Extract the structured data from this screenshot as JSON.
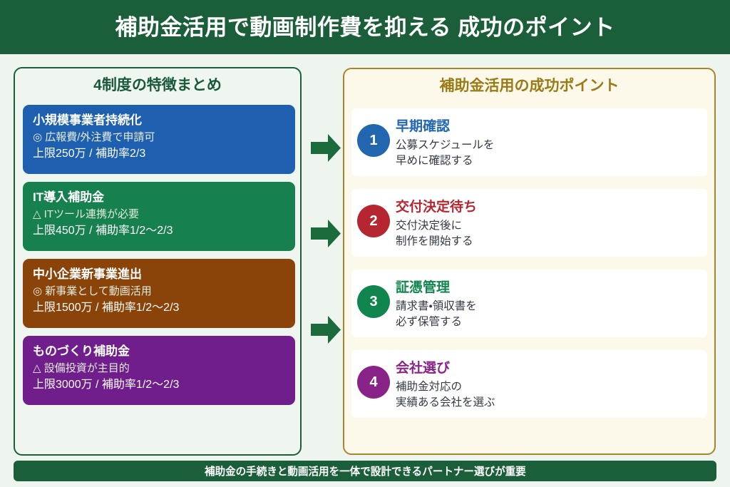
{
  "header": {
    "title": "補助金活用で動画制作費を抑える 成功のポイント",
    "bg_color": "#1b5e3a",
    "text_color": "#ffffff"
  },
  "left_panel": {
    "title": "4制度の特徴まとめ",
    "border_color": "#1b5e3a",
    "bg_color": "#eff6f0",
    "title_color": "#19593a",
    "cards": [
      {
        "name": "小規模事業者持続化",
        "note": "◎ 広報費/外注費で申請可",
        "amount": "上限250万 / 補助率2/3",
        "color": "#1f5fb0"
      },
      {
        "name": "IT導入補助金",
        "note": "△ ITツール連携が必要",
        "amount": "上限450万 / 補助率1/2〜2/3",
        "color": "#16804f"
      },
      {
        "name": "中小企業新事業進出",
        "note": "◎ 新事業として動画活用",
        "amount": "上限1500万 / 補助率1/2〜2/3",
        "color": "#8a4409"
      },
      {
        "name": "ものづくり補助金",
        "note": "△ 設備投資が主目的",
        "amount": "上限3000万 / 補助率1/2〜2/3",
        "color": "#6f1e8c"
      }
    ]
  },
  "arrows": {
    "color": "#1b6b3d",
    "count": 3,
    "icon": "arrow-right-icon"
  },
  "right_panel": {
    "title": "補助金活用の成功ポイント",
    "border_color": "#a8842a",
    "bg_color": "#fdf9ea",
    "title_color": "#9a7a14",
    "points": [
      {
        "number": "1",
        "title": "早期確認",
        "desc_line1": "公募スケジュールを",
        "desc_line2": "早めに確認する",
        "color": "#2266b0"
      },
      {
        "number": "2",
        "title": "交付決定待ち",
        "desc_line1": "交付決定後に",
        "desc_line2": "制作を開始する",
        "color": "#b52630"
      },
      {
        "number": "3",
        "title": "証憑管理",
        "desc_line1": "請求書・領収書を",
        "desc_line2": "必ず保管する",
        "color": "#11854e"
      },
      {
        "number": "4",
        "title": "会社選び",
        "desc_line1": "補助金対応の",
        "desc_line2": "実績ある会社を選ぶ",
        "color": "#8a2387"
      }
    ]
  },
  "footer": {
    "text": "補助金の手続きと動画活用を一体で設計できるパートナー選びが重要",
    "bg_color": "#1b5e3a",
    "text_color": "#ffffff"
  }
}
